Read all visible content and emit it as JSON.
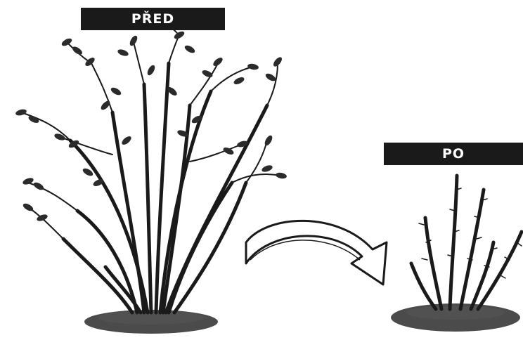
{
  "labels": {
    "before": "PŘED",
    "after": "PO"
  },
  "icons": {
    "arrow": "curved-right-arrow-icon",
    "bush_before": "overgrown-rose-bush-illustration",
    "bush_after": "pruned-rose-bush-illustration"
  },
  "colors": {
    "label_background": "#1a1a1a",
    "label_text": "#ffffff",
    "ink": "#1a1a1a"
  }
}
